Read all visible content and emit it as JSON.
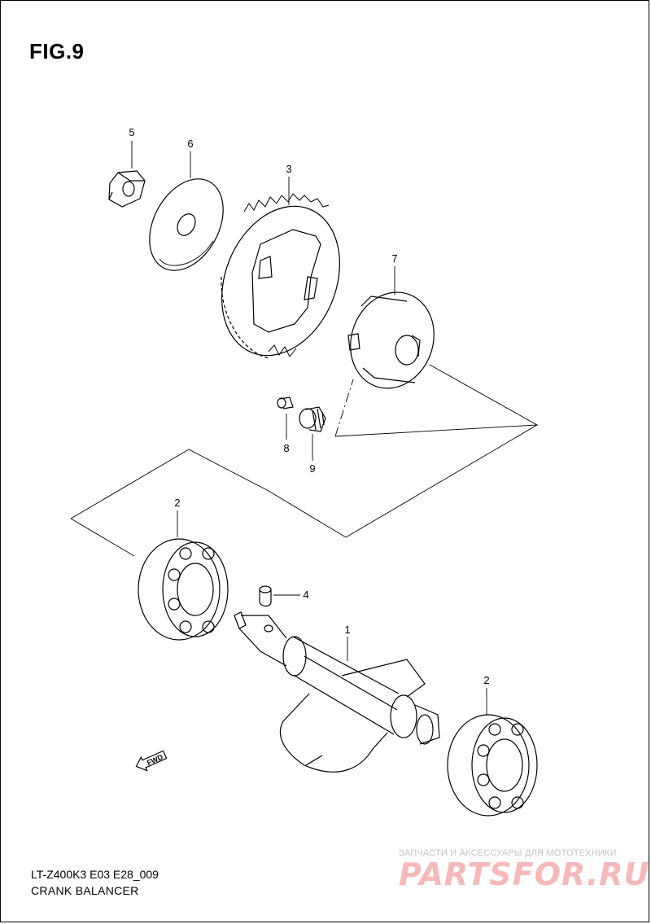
{
  "figure": {
    "title": "FIG.9"
  },
  "parts": [
    {
      "ref": "1",
      "label": "1"
    },
    {
      "ref": "2a",
      "label": "2"
    },
    {
      "ref": "2b",
      "label": "2"
    },
    {
      "ref": "3",
      "label": "3"
    },
    {
      "ref": "4",
      "label": "4"
    },
    {
      "ref": "5",
      "label": "5"
    },
    {
      "ref": "6",
      "label": "6"
    },
    {
      "ref": "7",
      "label": "7"
    },
    {
      "ref": "8",
      "label": "8"
    },
    {
      "ref": "9",
      "label": "9"
    }
  ],
  "direction_marker": {
    "text": "FWD"
  },
  "footer": {
    "model_code": "LT-Z400K3 E03 E28_009",
    "section_name": "CRANK BALANCER"
  },
  "watermark": {
    "tagline": "ЗАПЧАСТИ И АКСЕССУАРЫ ДЛЯ МОТОТЕХНИКИ",
    "logo": "PARTSFOR.RU"
  }
}
